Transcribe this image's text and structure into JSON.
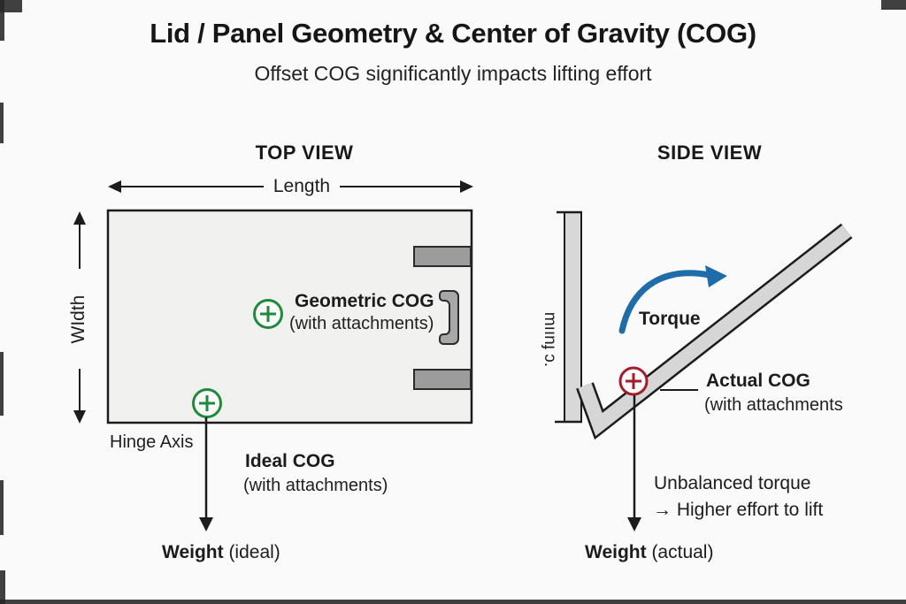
{
  "title": "Lid / Panel Geometry & Center of Gravity (COG)",
  "subtitle": "Offset COG significantly impacts lifting effort",
  "top_view": {
    "heading": "TOP VIEW",
    "length_label": "Length",
    "width_label": "WIdth",
    "hinge_axis_label": "Hinge Axis",
    "geometric_cog_title": "Geometric COG",
    "geometric_cog_sub": "(with attachments)",
    "ideal_cog_title": "Ideal COG",
    "ideal_cog_sub": "(with attachments)",
    "weight_bold": "Weight",
    "weight_rest": " (ideal)"
  },
  "side_view": {
    "heading": "SIDE VIEW",
    "rotated_label": "mıınɟ ɔ.",
    "torque_label": "Torque",
    "actual_cog_title": "Actual COG",
    "actual_cog_sub": "(with attachments",
    "unbalanced_line1": "Unbalanced torque",
    "unbalanced_line2": "→ Higher effort to lift",
    "weight_bold": "Weight",
    "weight_rest": " (actual)"
  },
  "colors": {
    "green": "#1f8a3c",
    "red": "#a31c2b",
    "blue": "#1f6da8",
    "ink": "#1c1c1c",
    "panel_fill": "#f1f1ef",
    "attachment_gray": "#9c9c9c",
    "side_panel_gray": "#d6d6d6"
  }
}
